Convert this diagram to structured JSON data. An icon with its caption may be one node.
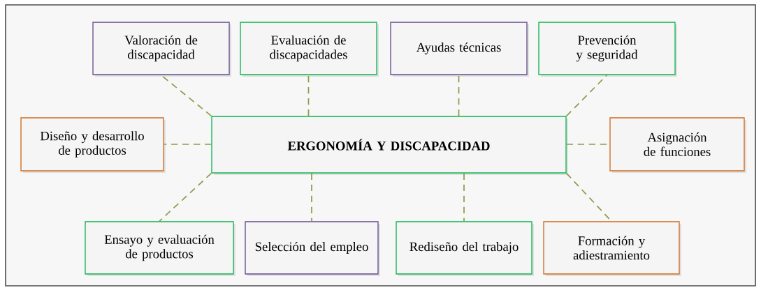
{
  "diagram": {
    "nodes": [
      {
        "text": [
          "ERGONOMÍA Y DISCAPACIDAD"
        ]
      },
      {
        "text": [
          "Valoración de discapacidad"
        ]
      },
      {
        "text": [
          "Evaluación de discapacidades"
        ]
      },
      {
        "text": [
          "Ayudas técnicas"
        ]
      },
      {
        "text": [
          "Prevención y seguridad"
        ]
      },
      {
        "text": [
          "Diseño y desarrollo de productos"
        ]
      },
      {
        "text": [
          "Asignación de funciones"
        ]
      },
      {
        "text": [
          "Ensayo y evaluación de productos"
        ]
      },
      {
        "text": [
          "Selección del empleo"
        ]
      },
      {
        "text": [
          "Rediseño del trabajo"
        ]
      },
      {
        "text": [
          "Formación y adiestramiento"
        ]
      }
    ],
    "edges": [
      {
        "from": 0,
        "to": 1,
        "arrow": "none",
        "style": "dashed"
      },
      {
        "from": 0,
        "to": 2,
        "arrow": "none",
        "style": "dashed"
      },
      {
        "from": 0,
        "to": 3,
        "arrow": "none",
        "style": "dashed"
      },
      {
        "from": 0,
        "to": 4,
        "arrow": "none",
        "style": "dashed"
      },
      {
        "from": 0,
        "to": 5,
        "arrow": "none",
        "style": "dashed"
      },
      {
        "from": 0,
        "to": 6,
        "arrow": "none",
        "style": "dashed"
      },
      {
        "from": 0,
        "to": 7,
        "arrow": "none",
        "style": "dashed"
      },
      {
        "from": 0,
        "to": 8,
        "arrow": "none",
        "style": "dashed"
      },
      {
        "from": 0,
        "to": 9,
        "arrow": "none",
        "style": "dashed"
      },
      {
        "from": 0,
        "to": 10,
        "arrow": "none",
        "style": "dashed"
      }
    ]
  }
}
